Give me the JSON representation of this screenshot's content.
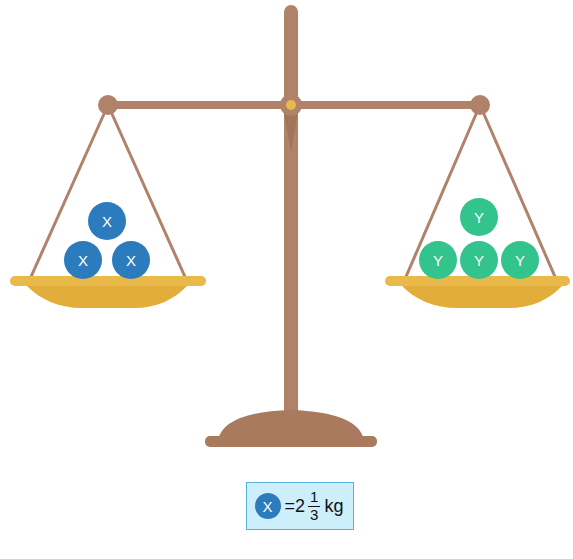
{
  "diagram": {
    "nodes": [
      {
        "text": [
          "X"
        ]
      },
      {
        "text": [
          "X"
        ]
      },
      {
        "text": [
          "X"
        ]
      },
      {
        "text": [
          "Y"
        ]
      },
      {
        "text": [
          "Y"
        ]
      },
      {
        "text": [
          "Y"
        ]
      },
      {
        "text": [
          "Y"
        ]
      },
      {
        "text": [
          "=2",
          "1",
          "3",
          "kg"
        ]
      },
      {
        "text": [
          "X"
        ],
        "in": 7
      }
    ]
  }
}
